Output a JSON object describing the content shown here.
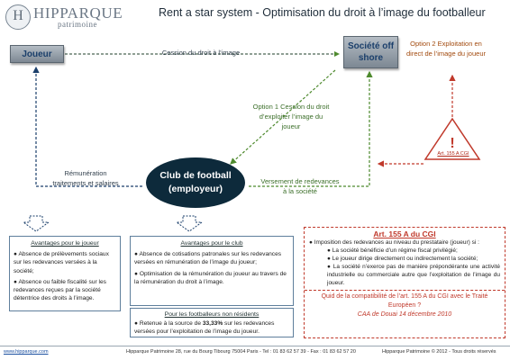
{
  "logo": {
    "main": "HIPPARQUE",
    "sub": "patrimoine",
    "mark": "H"
  },
  "title": "Rent a star system - Optimisation du droit à l’image du footballeur",
  "nodes": {
    "joueur": "Joueur",
    "societe": "Société off shore",
    "club": "Club de football (employeur)"
  },
  "labels": {
    "cession_image": "Cession du droit à l’image",
    "option2": "Option 2 Exploitation en direct de l’image du joueur",
    "option1": "Option 1 Cession du droit d’exploiter l’image du joueur",
    "remuneration": "Rémunération traitements et salaires",
    "versement": "Versement de redevances à la société",
    "art155_label": "Art. 155 A CGI"
  },
  "panel_joueur": {
    "title": "Avantages pour le joueur",
    "items": [
      "● Absence de prélèvements sociaux sur les redevances versées à la société;",
      "● Absence ou faible fiscalité sur les redevances reçues par la société détentrice des droits à l’image."
    ]
  },
  "panel_club": {
    "title": "Avantages pour le club",
    "items": [
      "● Absence de cotisations patronales sur les redevances versées en rémunération de l’image du joueur;",
      "● Optimisation de la rémunération du joueur au travers de la rémunération du droit à l’image."
    ]
  },
  "panel_nonresidents": {
    "title": "Pour les footballeurs non résidents",
    "text_before": "● Retenue à la source de ",
    "rate": "33,33%",
    "text_after": " sur les redevances versées pour l’exploitation de l’image du joueur."
  },
  "panel_cgi": {
    "title": "Art. 155 A du CGI",
    "intro": "● Imposition des redevances au niveau du prestataire (joueur) si :",
    "items": [
      "● La société bénéficie d’un régime fiscal privilégié;",
      "● Le joueur dirige directement ou indirectement la société;",
      "● La société n’exerce pas de manière prépondérante une activité industrielle ou commerciale autre que l’exploitation de l’image du joueur."
    ],
    "question": "Quid de la compatibilité de l’art. 155 A du CGI avec le Traité Européen ?",
    "ref": "CAA de Douai 14 décembre 2010"
  },
  "footer": {
    "url": "www.hipparque.com",
    "address": "Hipparque Patrimoine 28, rue du Bourg Tibourg 75004 Paris - Tel : 01 83 62 57 39 - Fax : 01 83 62 57 20",
    "copyright": "Hipparque Patrimoine © 2012 - Tous droits réservés"
  },
  "colors": {
    "green": "#4e8a2e",
    "orange": "#c0621c",
    "red": "#c0392b",
    "navy": "#1b3f6b",
    "club": "#0d2a3b"
  }
}
